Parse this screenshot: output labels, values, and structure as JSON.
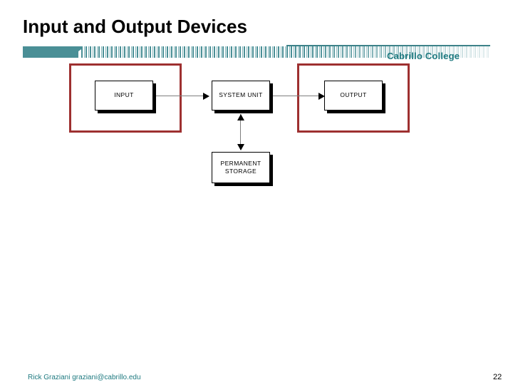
{
  "slide": {
    "title": "Input and Output Devices",
    "page_number": "22"
  },
  "banner": {
    "college_name": "Cabrillo College",
    "accent_color": "#4a8f96",
    "text_color": "#1f7a80"
  },
  "diagram": {
    "type": "flowchart",
    "highlight_color": "#9e3030",
    "nodes": [
      {
        "id": "input",
        "label": "INPUT",
        "highlighted": true
      },
      {
        "id": "system",
        "label": "SYSTEM UNIT",
        "highlighted": false
      },
      {
        "id": "output",
        "label": "OUTPUT",
        "highlighted": true
      },
      {
        "id": "permanent",
        "label": "PERMANENT\nSTORAGE",
        "highlighted": false
      }
    ],
    "node_labels": {
      "input": "INPUT",
      "system": "SYSTEM UNIT",
      "output": "OUTPUT",
      "permanent_line1": "PERMANENT",
      "permanent_line2": "STORAGE"
    },
    "connections": [
      {
        "from": "input",
        "to": "system",
        "direction": "one-way"
      },
      {
        "from": "system",
        "to": "output",
        "direction": "one-way"
      },
      {
        "from": "system",
        "to": "permanent",
        "direction": "two-way"
      }
    ]
  },
  "footer": {
    "credit": "Rick Graziani  graziani@cabrillo.edu"
  }
}
